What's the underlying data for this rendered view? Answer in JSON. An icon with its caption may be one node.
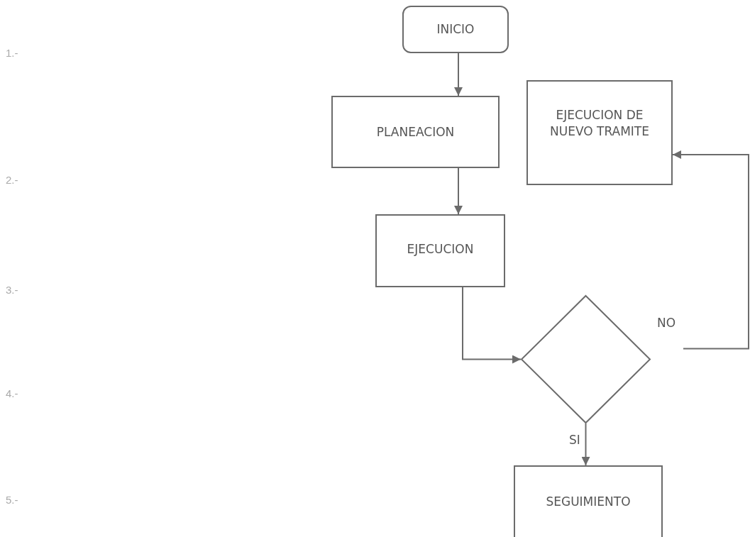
{
  "diagram": {
    "nodes": [
      {
        "text": [
          "INICIO"
        ]
      },
      {
        "text": [
          "PLANEACION"
        ]
      },
      {
        "text": [
          "EJECUCION DE NUEVO TRAMITE"
        ]
      },
      {
        "text": [
          "EJECUCION"
        ]
      },
      {
        "text": [],
        "shape": "diamond"
      },
      {
        "text": [
          "SEGUIMIENTO"
        ]
      }
    ],
    "edges": [
      {
        "from": 0,
        "to": 1,
        "arrow": "to"
      },
      {
        "from": 1,
        "to": 3,
        "arrow": "to"
      },
      {
        "from": 3,
        "to": 4,
        "arrow": "to"
      },
      {
        "from": 4,
        "to": 2,
        "arrow": "to",
        "label": "NO"
      },
      {
        "from": 4,
        "to": 5,
        "arrow": "to",
        "label": "SI"
      }
    ],
    "labels": [
      "1.-",
      "2.-",
      "3.-",
      "4.-",
      "5.-"
    ]
  }
}
